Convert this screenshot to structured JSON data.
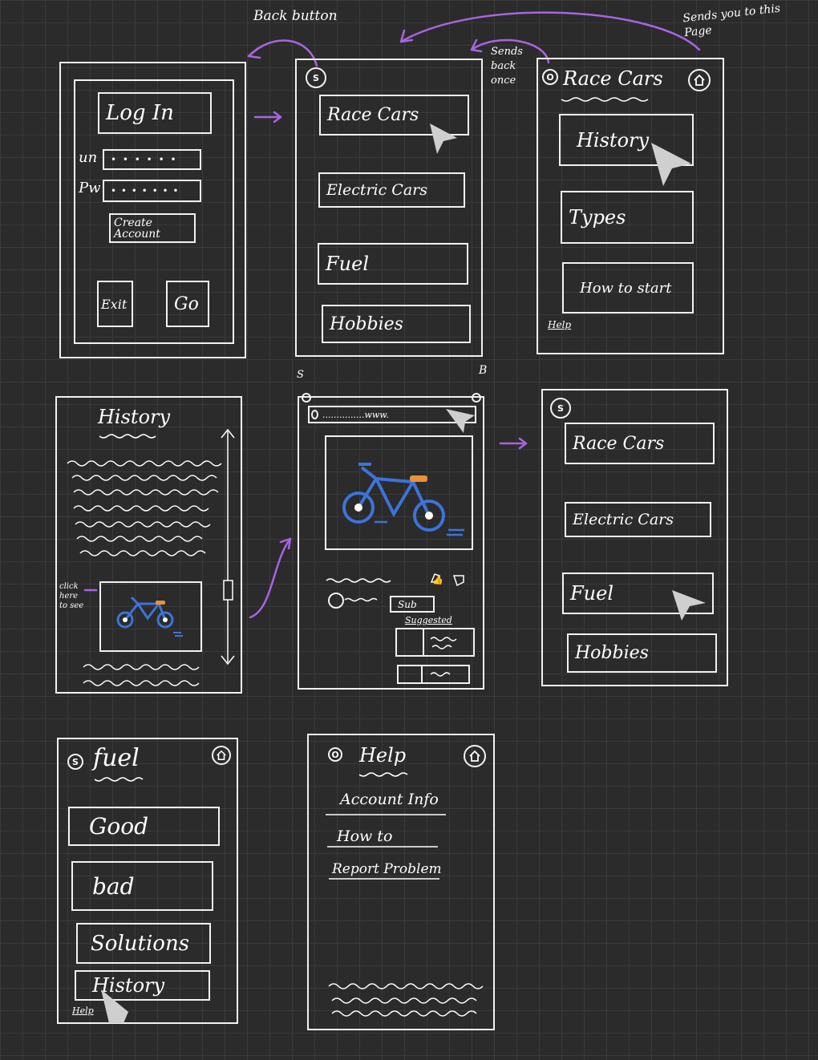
{
  "annotations": {
    "back_button": "Back button",
    "sends_back_once": "Sends back once",
    "sends_you_to_this_page": "Sends you to this Page",
    "click_here_to_see": "click here to see",
    "suggested": "Suggested"
  },
  "login": {
    "title": "Log In",
    "un_label": "un",
    "pw_label": "Pw",
    "un_value": "• • • • • •",
    "pw_value": "• • • • • • •",
    "create_account": "Create Account",
    "exit": "Exit",
    "go": "Go"
  },
  "menu1": {
    "back_icon": "S",
    "items": [
      "Race Cars",
      "Electric Cars",
      "Fuel",
      "Hobbies"
    ]
  },
  "race_cars": {
    "back_icon": "O",
    "title": "Race Cars",
    "items": [
      "History",
      "Types",
      "How to start"
    ],
    "help": "Help"
  },
  "history": {
    "title": "History"
  },
  "video": {
    "label_s": "S",
    "label_b": "B",
    "url": "...............www.",
    "sub": "Sub",
    "suggested": "Suggested"
  },
  "menu2": {
    "back_icon": "S",
    "items": [
      "Race Cars",
      "Electric Cars",
      "Fuel",
      "Hobbies"
    ]
  },
  "fuel": {
    "back_icon": "S",
    "title": "fuel",
    "items": [
      "Good",
      "bad",
      "Solutions",
      "History"
    ],
    "help": "Help"
  },
  "help_page": {
    "back_icon": "O",
    "title": "Help",
    "items": [
      "Account Info",
      "How to",
      "Report Problem"
    ]
  },
  "colors": {
    "arrow": "#a865e0",
    "bike_frame": "#3d73d9",
    "bike_seat": "#e8913c",
    "background": "#2b2b2b"
  }
}
